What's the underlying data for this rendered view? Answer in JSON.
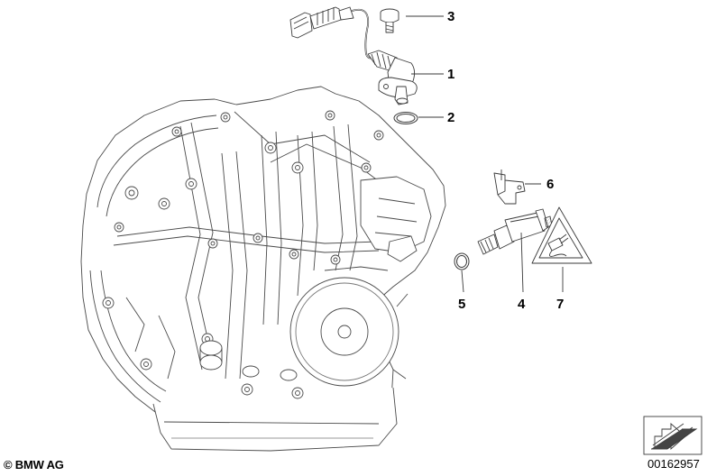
{
  "callouts": [
    {
      "id": "1",
      "label": "1"
    },
    {
      "id": "2",
      "label": "2"
    },
    {
      "id": "3",
      "label": "3"
    },
    {
      "id": "4",
      "label": "4"
    },
    {
      "id": "5",
      "label": "5"
    },
    {
      "id": "6",
      "label": "6"
    },
    {
      "id": "7",
      "label": "7"
    }
  ],
  "footer": {
    "copyright": "© BMW AG",
    "document_number": "00162957"
  },
  "parts": {
    "p1": "speed-sensor",
    "p2": "o-ring",
    "p3": "bolt",
    "p4": "switch",
    "p5": "sealing-ring",
    "p6": "bracket",
    "p7": "warning-triangle-label"
  },
  "colors": {
    "line": "#3a3a3a",
    "fill": "#ffffff",
    "shade": "#d8d8d8"
  }
}
